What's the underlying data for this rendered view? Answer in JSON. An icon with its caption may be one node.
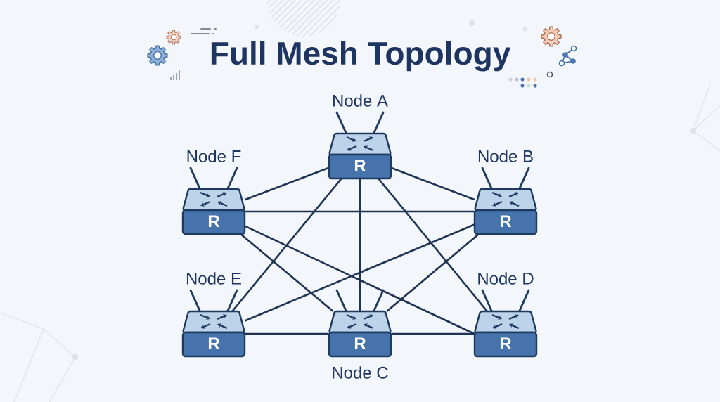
{
  "diagram": {
    "title": "Full Mesh Topology",
    "nodes": [
      {
        "text": [
          "R"
        ],
        "beside": [
          "Node A"
        ]
      },
      {
        "text": [
          "R"
        ],
        "beside": [
          "Node F"
        ]
      },
      {
        "text": [
          "R"
        ],
        "beside": [
          "Node B"
        ]
      },
      {
        "text": [
          "R"
        ],
        "beside": [
          "Node E"
        ]
      },
      {
        "text": [
          "R"
        ],
        "beside": [
          "Node C"
        ]
      },
      {
        "text": [
          "R"
        ],
        "beside": [
          "Node D"
        ]
      }
    ],
    "edges": [
      {
        "from": 0,
        "to": 1,
        "arrow": "none"
      },
      {
        "from": 0,
        "to": 2,
        "arrow": "none"
      },
      {
        "from": 0,
        "to": 3,
        "arrow": "none"
      },
      {
        "from": 0,
        "to": 4,
        "arrow": "none"
      },
      {
        "from": 0,
        "to": 5,
        "arrow": "none"
      },
      {
        "from": 1,
        "to": 2,
        "arrow": "none"
      },
      {
        "from": 1,
        "to": 4,
        "arrow": "none"
      },
      {
        "from": 1,
        "to": 5,
        "arrow": "none"
      },
      {
        "from": 2,
        "to": 3,
        "arrow": "none"
      },
      {
        "from": 2,
        "to": 4,
        "arrow": "none"
      },
      {
        "from": 3,
        "to": 4,
        "arrow": "none"
      },
      {
        "from": 4,
        "to": 5,
        "arrow": "none"
      }
    ]
  }
}
